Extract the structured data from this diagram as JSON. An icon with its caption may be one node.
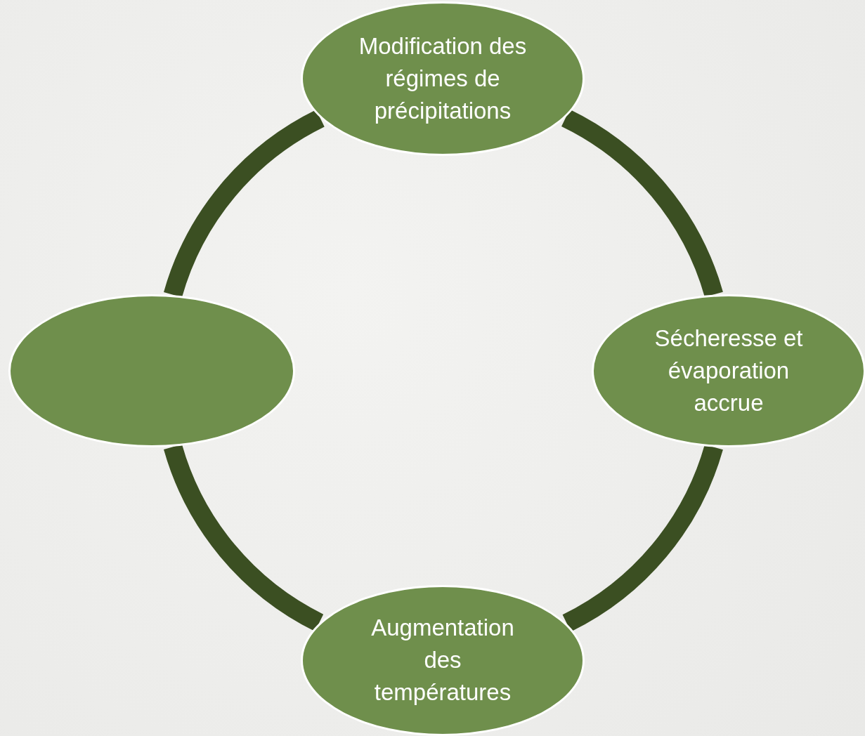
{
  "diagram": {
    "nodes": [
      {
        "text": [
          "Modification des régimes de précipitations"
        ]
      },
      {
        "text": [],
        "shape": "ellipse"
      },
      {
        "text": [
          "Sécheresse et évaporation accrue"
        ]
      },
      {
        "text": [
          "Augmentation des températures"
        ]
      }
    ],
    "edges": [
      {
        "from": 0,
        "to": 2,
        "arrow": "none"
      },
      {
        "from": 2,
        "to": 3,
        "arrow": "none"
      },
      {
        "from": 3,
        "to": 1,
        "arrow": "none"
      },
      {
        "from": 1,
        "to": 0,
        "arrow": "none"
      }
    ]
  }
}
